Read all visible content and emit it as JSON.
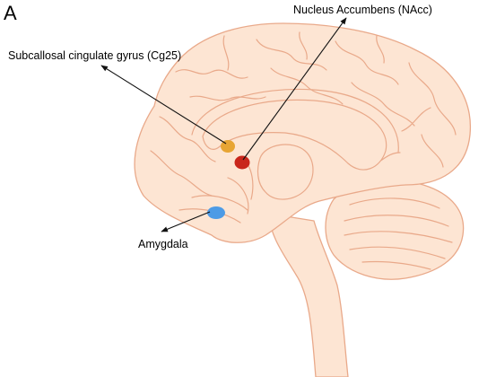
{
  "figure": {
    "panel_letter": "A",
    "colors": {
      "brain_fill": "#fde5d3",
      "brain_outline": "#e9a98a"
    },
    "regions": [
      {
        "id": "cg25",
        "label": "Subcallosal cingulate gyrus (Cg25)",
        "color": "#e7a534"
      },
      {
        "id": "nacc",
        "label": "Nucleus Accumbens (NAcc)",
        "color": "#c9261b"
      },
      {
        "id": "amygdala",
        "label": "Amygdala",
        "color": "#4d9be6"
      }
    ]
  }
}
